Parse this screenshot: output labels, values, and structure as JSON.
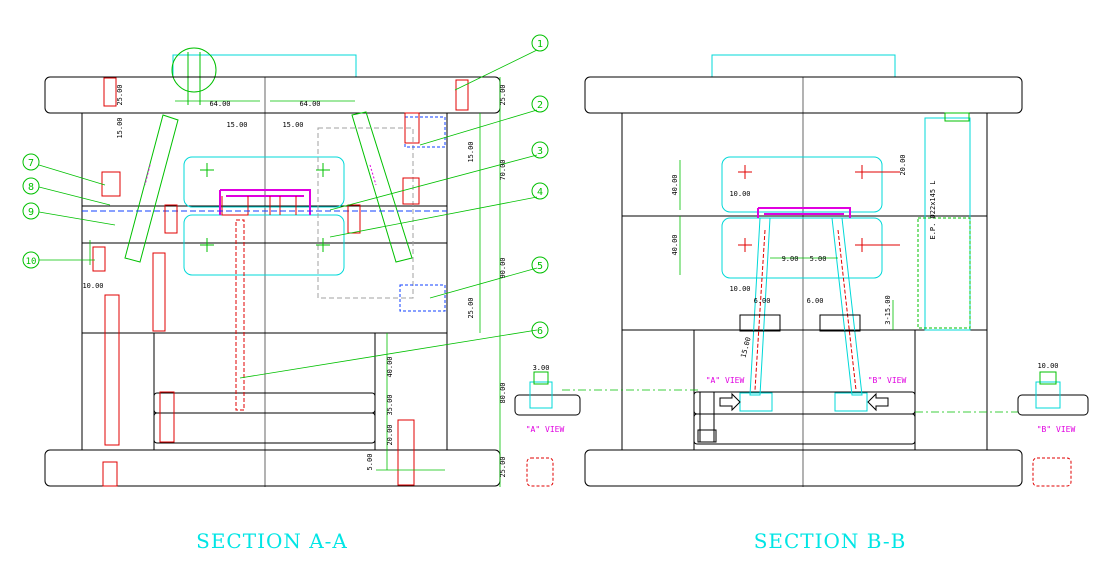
{
  "colors": {
    "outline": "#000000",
    "red": "#e00000",
    "green": "#00c000",
    "cyan": "#00d8d8",
    "magenta": "#e000e0",
    "blue": "#1040ff",
    "background": "#ffffff"
  },
  "sections": {
    "left_title": "SECTION A-A",
    "right_title": "SECTION B-B"
  },
  "callouts": [
    "1",
    "2",
    "3",
    "4",
    "5",
    "6",
    "7",
    "8",
    "9",
    "10"
  ],
  "dimensions_a": {
    "left_top": "64.00",
    "right_top": "64.00",
    "angle_left": "15.00",
    "angle_right": "15.00",
    "right_1": "25.00",
    "right_2": "70.00",
    "right_3": "15.00",
    "right_4": "25.00",
    "right_5": "90.00",
    "right_6": "80.00",
    "right_7": "25.00",
    "lower_1": "40.00",
    "lower_2": "35.00",
    "lower_3": "20.00",
    "lower_4": "5.00",
    "left_small": "10.00",
    "left_vertical": "25.00",
    "left_mid": "15.00"
  },
  "dimensions_b": {
    "v_left_1": "40.00",
    "v_left_2": "40.00",
    "center_left": "9.00",
    "center_right": "5.00",
    "low_left_1": "10.00",
    "low_left_2": "6.00",
    "low_right": "6.00",
    "angled": "3-15.00",
    "angle_small": "15.00",
    "small_top": "10.00",
    "small_right": "20.00",
    "ejector_note": "E.P. Ø22x145 L"
  },
  "views": {
    "a_label": "\"A\" VIEW",
    "b_label": "\"B\" VIEW",
    "a_detail_label": "\"A\" VIEW",
    "b_detail_label": "\"B\" VIEW",
    "a_detail_dim": "3.00",
    "b_detail_dim": "10.00"
  }
}
